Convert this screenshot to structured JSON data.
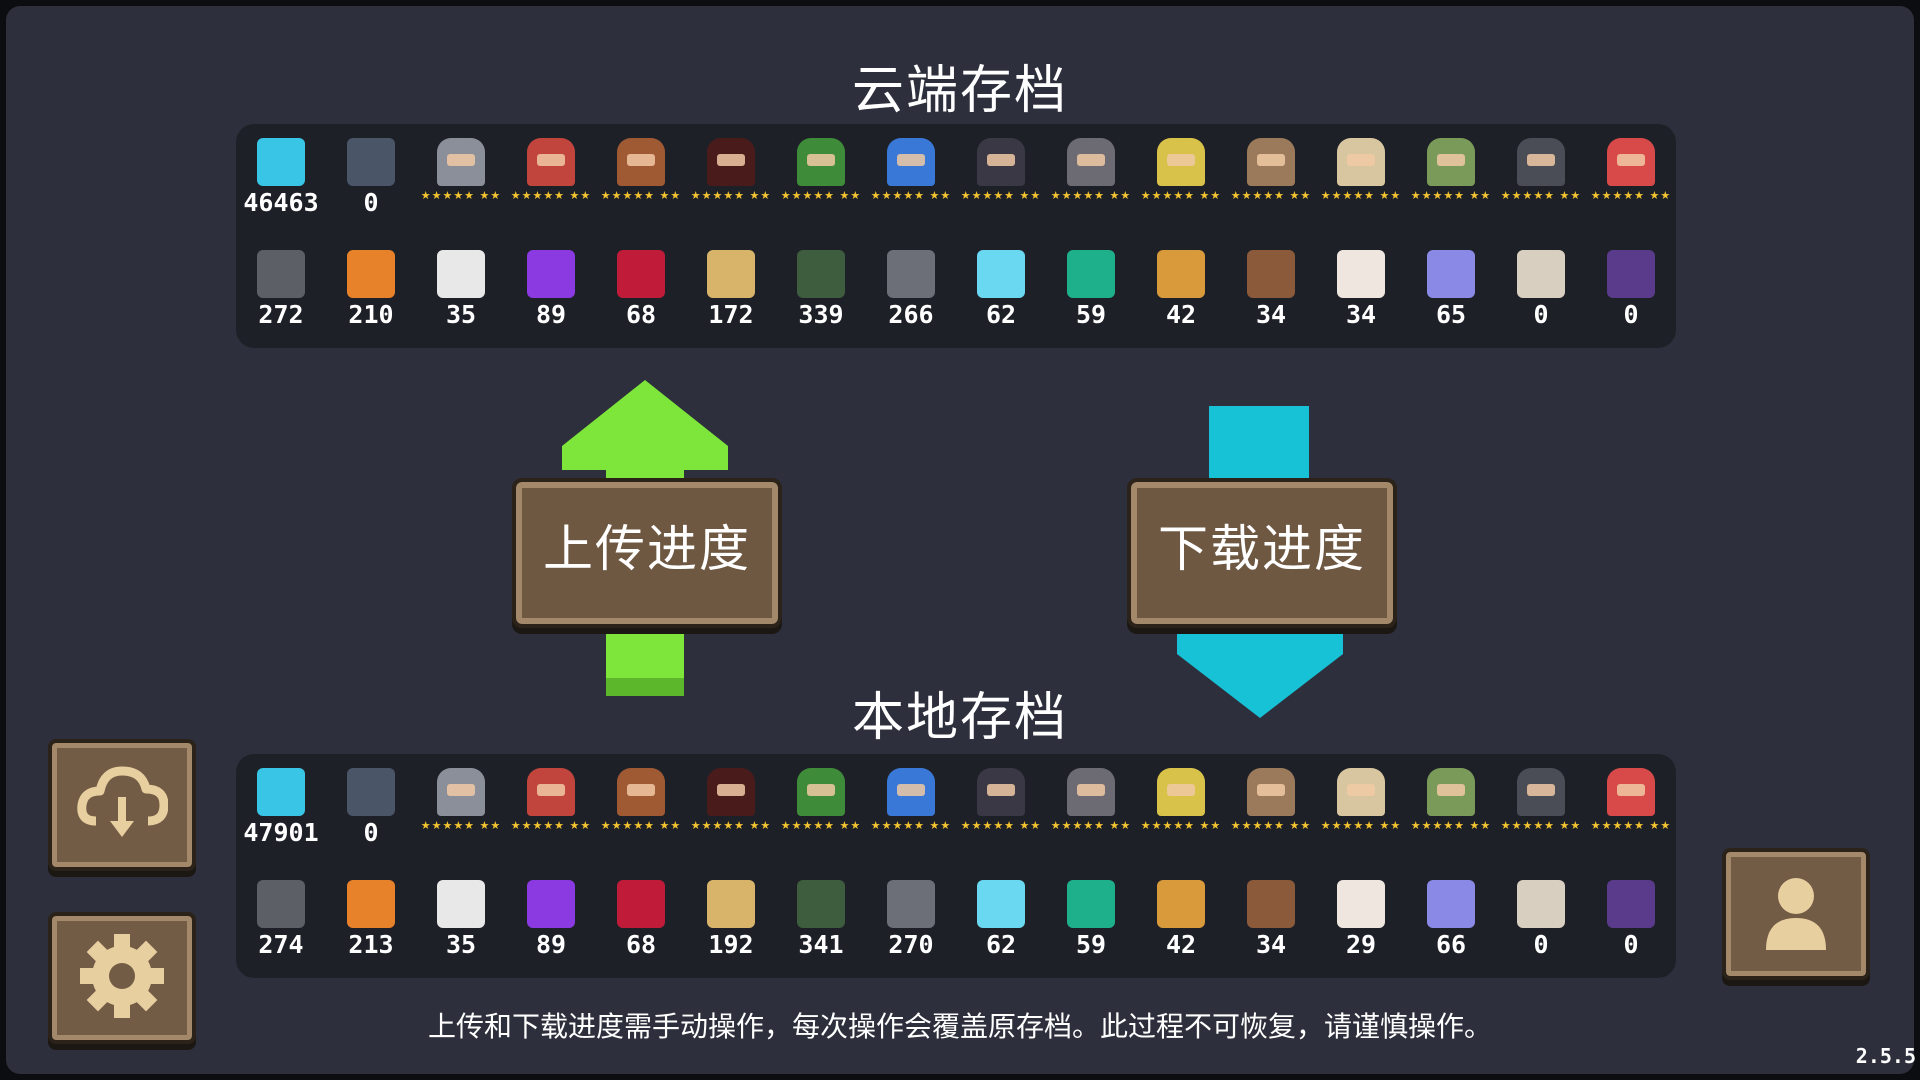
{
  "cloud": {
    "title": "云端存档",
    "characters": [
      {
        "icon": "gem-icon",
        "color": "#39c6e6",
        "value": "46463",
        "type": "count"
      },
      {
        "icon": "feather-coin-icon",
        "color": "#4a5668",
        "value": "0",
        "type": "count"
      },
      {
        "icon": "knight-hero-icon",
        "color": "#8b8f99",
        "type": "hero"
      },
      {
        "icon": "rogue-hero-icon",
        "color": "#c2453d",
        "type": "hero"
      },
      {
        "icon": "wizard-hero-icon",
        "color": "#a05a33",
        "type": "hero"
      },
      {
        "icon": "assassin-hero-icon",
        "color": "#4a1b1b",
        "type": "hero"
      },
      {
        "icon": "engineer-hero-icon",
        "color": "#3e8c3a",
        "type": "hero"
      },
      {
        "icon": "officer-hero-icon",
        "color": "#3a78d8",
        "type": "hero"
      },
      {
        "icon": "vampire-hero-icon",
        "color": "#3b3845",
        "type": "hero"
      },
      {
        "icon": "paladin-hero-icon",
        "color": "#6c6a72",
        "type": "hero"
      },
      {
        "icon": "elf-hero-icon",
        "color": "#d8c24a",
        "type": "hero"
      },
      {
        "icon": "werewolf-hero-icon",
        "color": "#9a7a5a",
        "type": "hero"
      },
      {
        "icon": "priest-hero-icon",
        "color": "#d8c6a0",
        "type": "hero"
      },
      {
        "icon": "druid-hero-icon",
        "color": "#7a9a5a",
        "type": "hero"
      },
      {
        "icon": "robot-hero-icon",
        "color": "#4a4d56",
        "type": "hero"
      },
      {
        "icon": "berserker-hero-icon",
        "color": "#d84a4a",
        "type": "hero"
      }
    ],
    "materials": [
      {
        "icon": "ore-icon",
        "color": "#5c5f66",
        "value": "272"
      },
      {
        "icon": "amber-icon",
        "color": "#e8822a",
        "value": "210"
      },
      {
        "icon": "chip-icon",
        "color": "#e8e8e8",
        "value": "35"
      },
      {
        "icon": "purple-crystal-icon",
        "color": "#8a3ae0",
        "value": "89"
      },
      {
        "icon": "red-leaf-icon",
        "color": "#c01c3a",
        "value": "68"
      },
      {
        "icon": "wood-plank-icon",
        "color": "#d8b46a",
        "value": "172"
      },
      {
        "icon": "battery-icon",
        "color": "#3e5c3e",
        "value": "339"
      },
      {
        "icon": "gear-part-icon",
        "color": "#6c6f78",
        "value": "266"
      },
      {
        "icon": "ice-crystal-icon",
        "color": "#6ad8f0",
        "value": "62"
      },
      {
        "icon": "green-crystal-icon",
        "color": "#1eb08a",
        "value": "59"
      },
      {
        "icon": "shell-icon",
        "color": "#d89a3a",
        "value": "42"
      },
      {
        "icon": "hammer-icon",
        "color": "#8a5a3a",
        "value": "34"
      },
      {
        "icon": "flour-bag-icon",
        "color": "#f0e6e0",
        "value": "34"
      },
      {
        "icon": "star-crystal-icon",
        "color": "#8a8ae6",
        "value": "65"
      },
      {
        "icon": "scroll-icon",
        "color": "#d8cfc0",
        "value": "0"
      },
      {
        "icon": "card-icon",
        "color": "#5a3a8a",
        "value": "0"
      }
    ]
  },
  "local": {
    "title": "本地存档",
    "characters": [
      {
        "icon": "gem-icon",
        "color": "#39c6e6",
        "value": "47901",
        "type": "count"
      },
      {
        "icon": "feather-coin-icon",
        "color": "#4a5668",
        "value": "0",
        "type": "count"
      },
      {
        "icon": "knight-hero-icon",
        "color": "#8b8f99",
        "type": "hero"
      },
      {
        "icon": "rogue-hero-icon",
        "color": "#c2453d",
        "type": "hero"
      },
      {
        "icon": "wizard-hero-icon",
        "color": "#a05a33",
        "type": "hero"
      },
      {
        "icon": "assassin-hero-icon",
        "color": "#4a1b1b",
        "type": "hero"
      },
      {
        "icon": "engineer-hero-icon",
        "color": "#3e8c3a",
        "type": "hero"
      },
      {
        "icon": "officer-hero-icon",
        "color": "#3a78d8",
        "type": "hero"
      },
      {
        "icon": "vampire-hero-icon",
        "color": "#3b3845",
        "type": "hero"
      },
      {
        "icon": "paladin-hero-icon",
        "color": "#6c6a72",
        "type": "hero"
      },
      {
        "icon": "elf-hero-icon",
        "color": "#d8c24a",
        "type": "hero"
      },
      {
        "icon": "werewolf-hero-icon",
        "color": "#9a7a5a",
        "type": "hero"
      },
      {
        "icon": "priest-hero-icon",
        "color": "#d8c6a0",
        "type": "hero"
      },
      {
        "icon": "druid-hero-icon",
        "color": "#7a9a5a",
        "type": "hero"
      },
      {
        "icon": "robot-hero-icon",
        "color": "#4a4d56",
        "type": "hero"
      },
      {
        "icon": "berserker-hero-icon",
        "color": "#d84a4a",
        "type": "hero"
      }
    ],
    "materials": [
      {
        "icon": "ore-icon",
        "color": "#5c5f66",
        "value": "274"
      },
      {
        "icon": "amber-icon",
        "color": "#e8822a",
        "value": "213"
      },
      {
        "icon": "chip-icon",
        "color": "#e8e8e8",
        "value": "35"
      },
      {
        "icon": "purple-crystal-icon",
        "color": "#8a3ae0",
        "value": "89"
      },
      {
        "icon": "red-leaf-icon",
        "color": "#c01c3a",
        "value": "68"
      },
      {
        "icon": "wood-plank-icon",
        "color": "#d8b46a",
        "value": "192"
      },
      {
        "icon": "battery-icon",
        "color": "#3e5c3e",
        "value": "341"
      },
      {
        "icon": "gear-part-icon",
        "color": "#6c6f78",
        "value": "270"
      },
      {
        "icon": "ice-crystal-icon",
        "color": "#6ad8f0",
        "value": "62"
      },
      {
        "icon": "green-crystal-icon",
        "color": "#1eb08a",
        "value": "59"
      },
      {
        "icon": "shell-icon",
        "color": "#d89a3a",
        "value": "42"
      },
      {
        "icon": "hammer-icon",
        "color": "#8a5a3a",
        "value": "34"
      },
      {
        "icon": "flour-bag-icon",
        "color": "#f0e6e0",
        "value": "29"
      },
      {
        "icon": "star-crystal-icon",
        "color": "#8a8ae6",
        "value": "66"
      },
      {
        "icon": "scroll-icon",
        "color": "#d8cfc0",
        "value": "0"
      },
      {
        "icon": "card-icon",
        "color": "#5a3a8a",
        "value": "0"
      }
    ]
  },
  "stars": "★★★★★ ★★",
  "buttons": {
    "upload_label": "上传进度",
    "download_label": "下载进度"
  },
  "colors": {
    "upload_arrow": "#7ee63a",
    "download_arrow": "#18c2d6",
    "button_brown": "#6e5842"
  },
  "side": {
    "cloud_icon": "cloud-download-icon",
    "settings_icon": "gear-icon",
    "profile_icon": "user-icon"
  },
  "notice": "上传和下载进度需手动操作，每次操作会覆盖原存档。此过程不可恢复，请谨慎操作。",
  "version": "2.5.5"
}
